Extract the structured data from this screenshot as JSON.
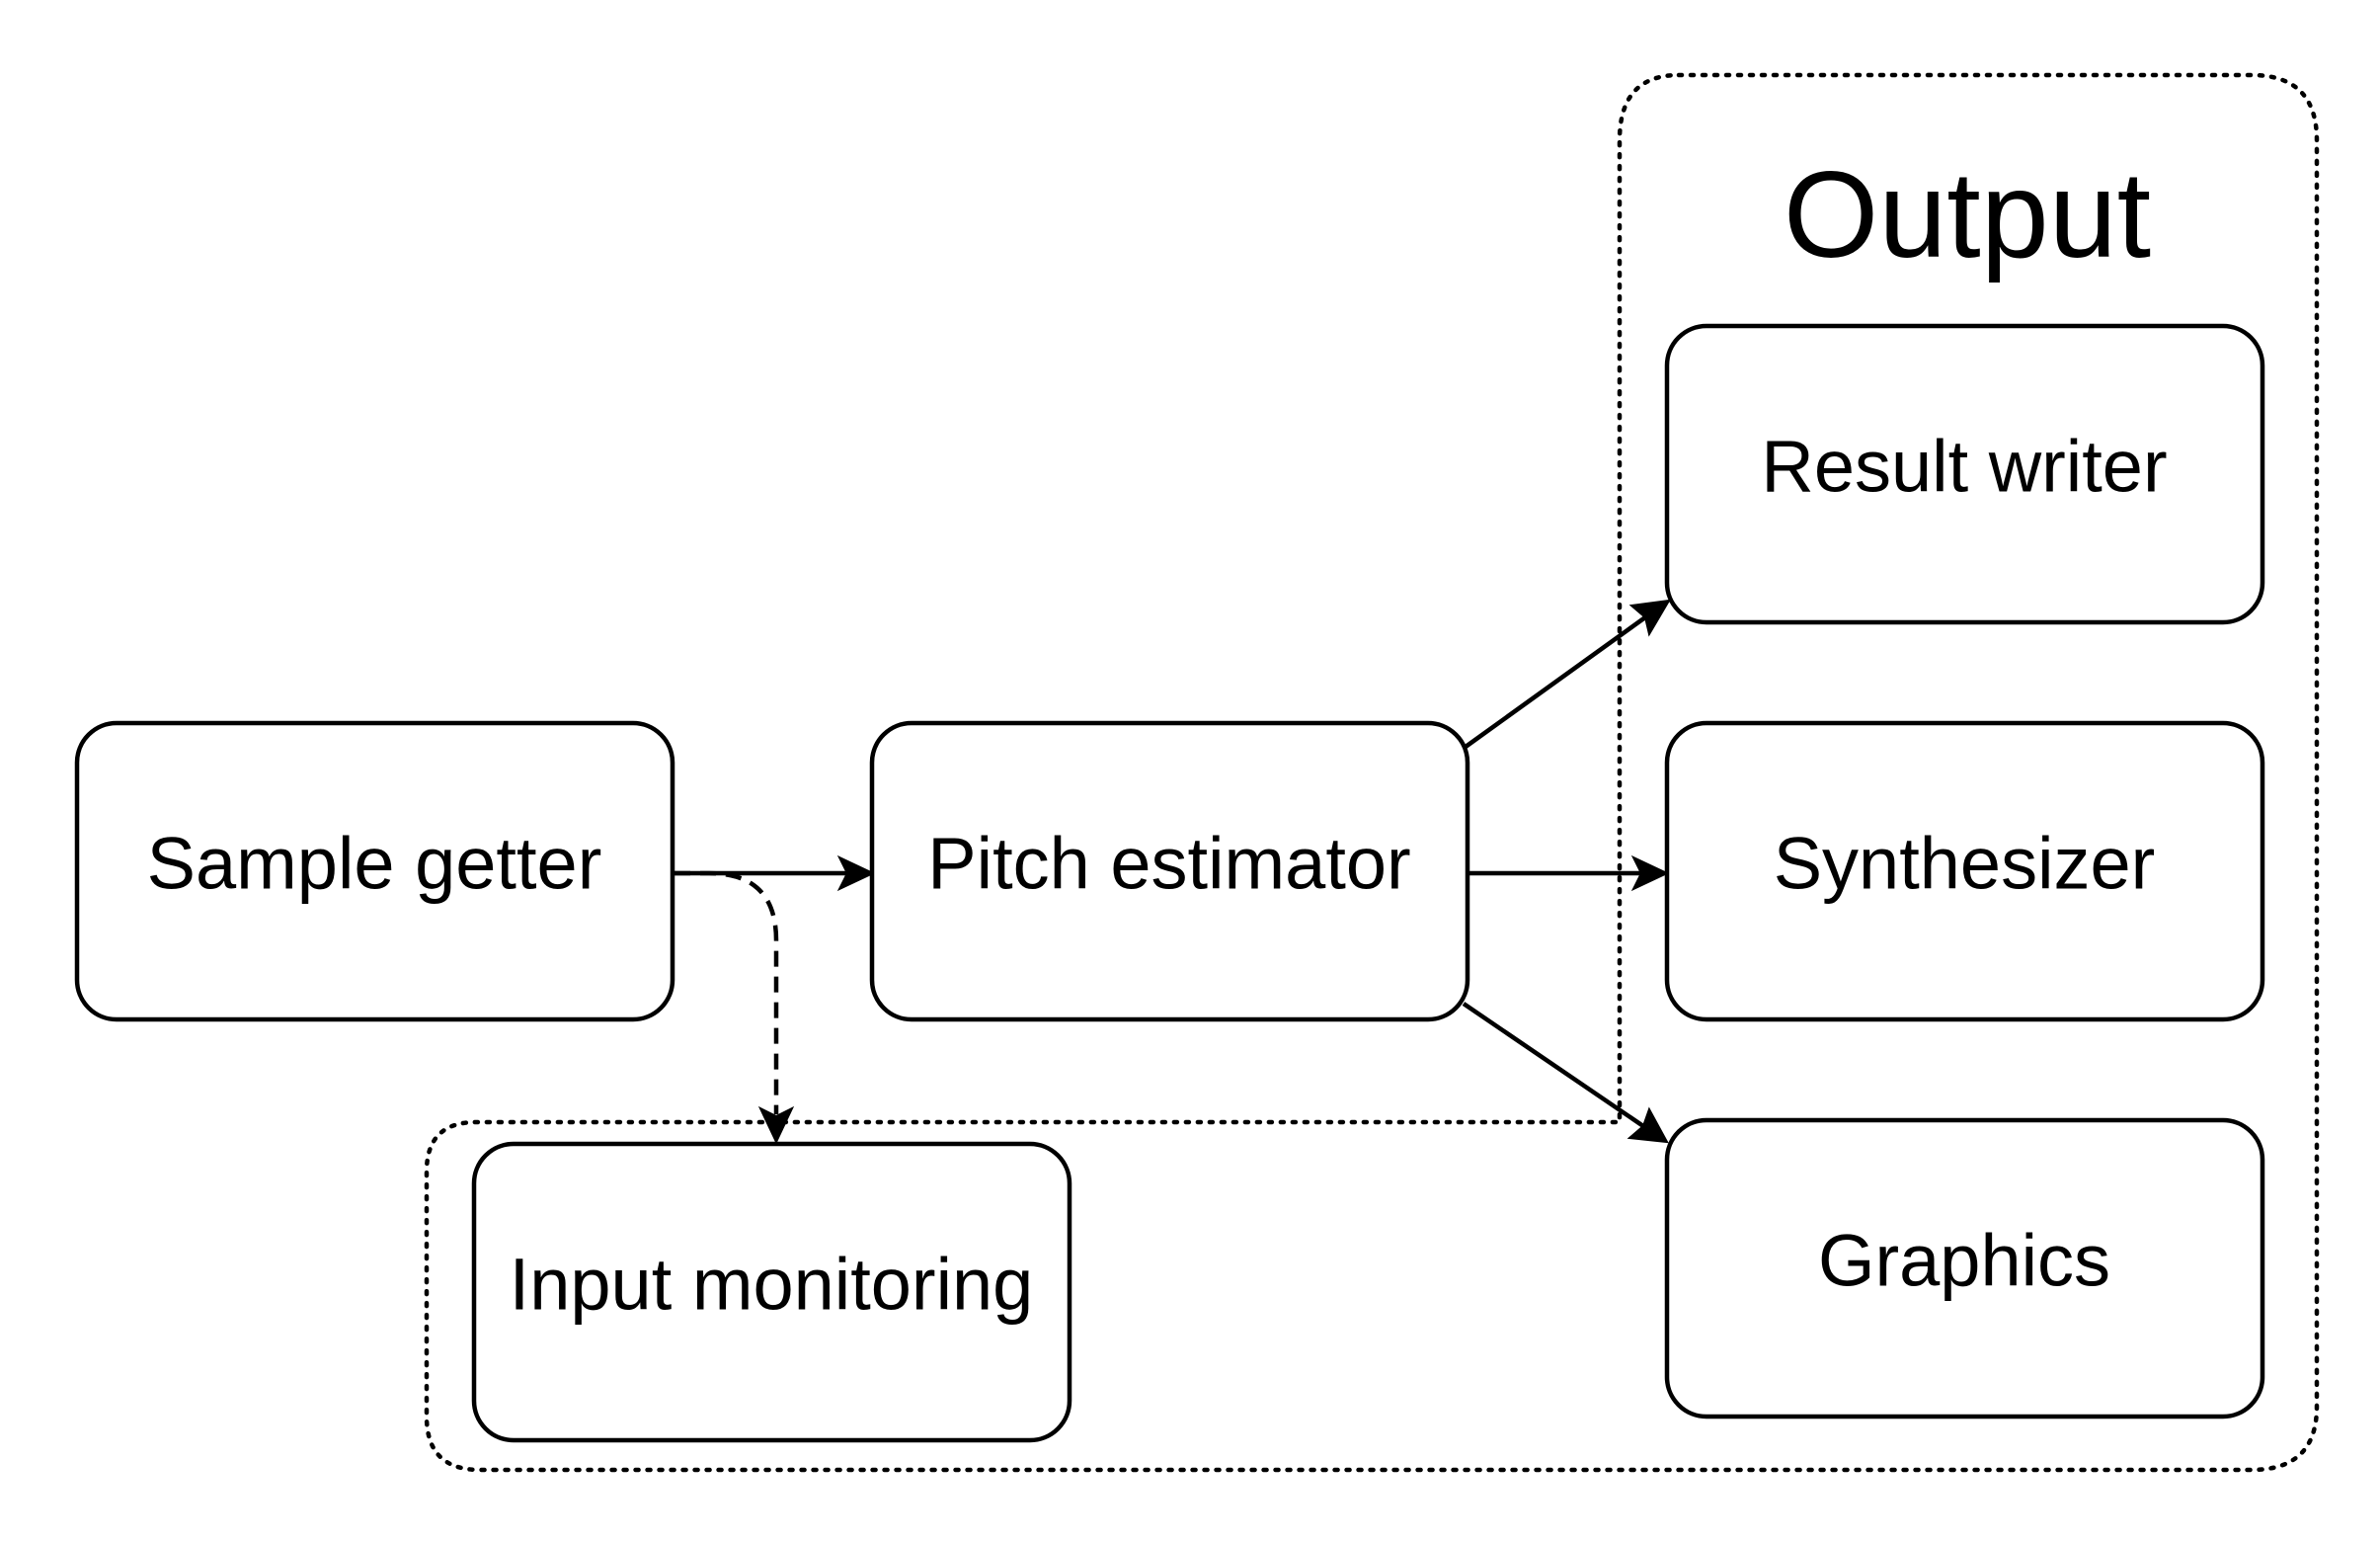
{
  "diagram": {
    "groups": {
      "output": {
        "title": "Output"
      }
    },
    "nodes": {
      "sample_getter": {
        "label": "Sample getter"
      },
      "pitch_estimator": {
        "label": "Pitch estimator"
      },
      "result_writer": {
        "label": "Result writer"
      },
      "synthesizer": {
        "label": "Synthesizer"
      },
      "graphics": {
        "label": "Graphics"
      },
      "input_monitoring": {
        "label": "Input monitoring"
      }
    },
    "edges": [
      {
        "from": "Sample getter",
        "to": "Pitch estimator",
        "style": "solid"
      },
      {
        "from": "Sample getter",
        "to": "Input monitoring",
        "style": "dashed"
      },
      {
        "from": "Pitch estimator",
        "to": "Result writer",
        "style": "solid"
      },
      {
        "from": "Pitch estimator",
        "to": "Synthesizer",
        "style": "solid"
      },
      {
        "from": "Pitch estimator",
        "to": "Graphics",
        "style": "solid"
      }
    ],
    "colors": {
      "stroke": "#000000",
      "background": "#ffffff"
    }
  }
}
